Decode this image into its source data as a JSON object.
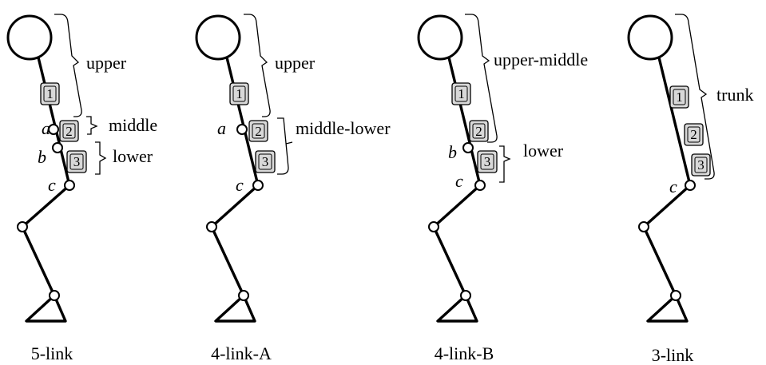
{
  "panels": [
    {
      "caption": "5-link",
      "boxes": [
        "1",
        "2",
        "3"
      ],
      "joints": [
        "a",
        "b",
        "c"
      ],
      "segments": [
        "upper",
        "middle",
        "lower"
      ]
    },
    {
      "caption": "4-link-A",
      "boxes": [
        "1",
        "2",
        "3"
      ],
      "joints": [
        "a",
        "c"
      ],
      "segments": [
        "upper",
        "middle-lower"
      ]
    },
    {
      "caption": "4-link-B",
      "boxes": [
        "1",
        "2",
        "3"
      ],
      "joints": [
        "b",
        "c"
      ],
      "segments": [
        "upper-middle",
        "lower"
      ]
    },
    {
      "caption": "3-link",
      "boxes": [
        "1",
        "2",
        "3"
      ],
      "joints": [
        "c"
      ],
      "segments": [
        "trunk"
      ]
    }
  ]
}
